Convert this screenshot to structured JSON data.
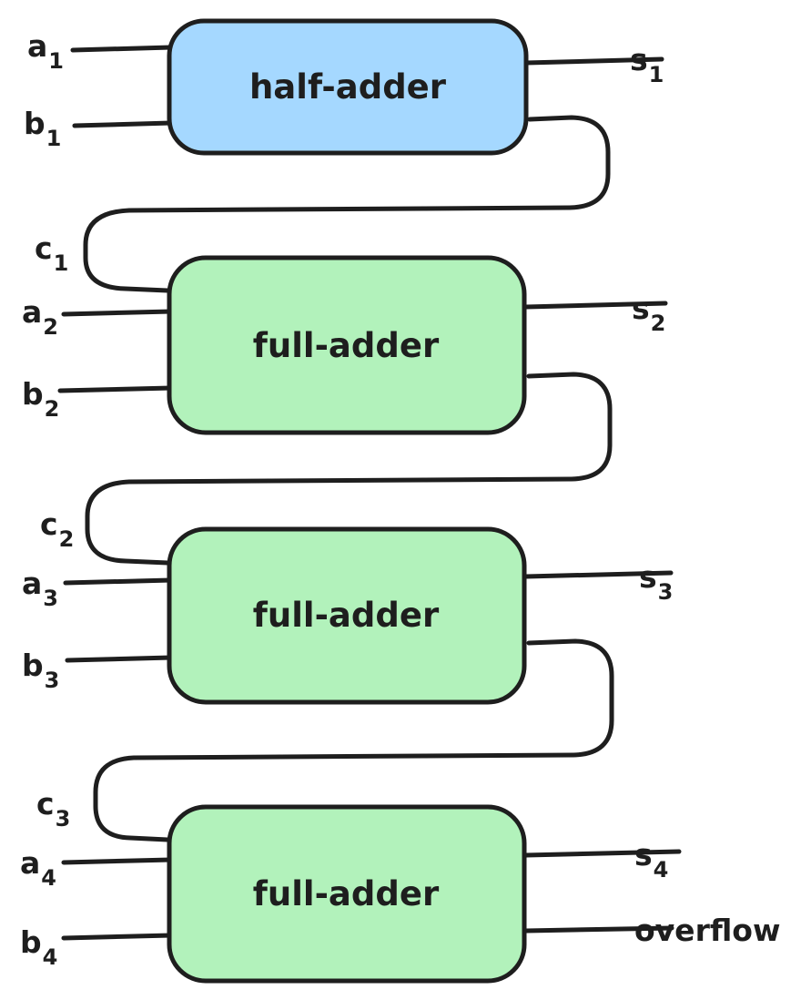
{
  "colors": {
    "stroke": "#1e1e1e",
    "half_adder_fill": "#a5d8ff",
    "full_adder_fill": "#b2f2bb"
  },
  "blocks": [
    {
      "label": "half-adder",
      "inputs": [
        {
          "base": "a",
          "sub": "1"
        },
        {
          "base": "b",
          "sub": "1"
        }
      ],
      "outputs": [
        {
          "base": "s",
          "sub": "1"
        }
      ],
      "carry_out": {
        "base": "c",
        "sub": "1"
      }
    },
    {
      "label": "full-adder",
      "inputs": [
        {
          "base": "a",
          "sub": "2"
        },
        {
          "base": "b",
          "sub": "2"
        }
      ],
      "carry_in": {
        "base": "c",
        "sub": "1"
      },
      "outputs": [
        {
          "base": "s",
          "sub": "2"
        }
      ],
      "carry_out": {
        "base": "c",
        "sub": "2"
      }
    },
    {
      "label": "full-adder",
      "inputs": [
        {
          "base": "a",
          "sub": "3"
        },
        {
          "base": "b",
          "sub": "3"
        }
      ],
      "carry_in": {
        "base": "c",
        "sub": "2"
      },
      "outputs": [
        {
          "base": "s",
          "sub": "3"
        }
      ],
      "carry_out": {
        "base": "c",
        "sub": "3"
      }
    },
    {
      "label": "full-adder",
      "inputs": [
        {
          "base": "a",
          "sub": "4"
        },
        {
          "base": "b",
          "sub": "4"
        }
      ],
      "carry_in": {
        "base": "c",
        "sub": "3"
      },
      "outputs": [
        {
          "base": "s",
          "sub": "4"
        },
        {
          "base": "overflow",
          "sub": ""
        }
      ]
    }
  ]
}
